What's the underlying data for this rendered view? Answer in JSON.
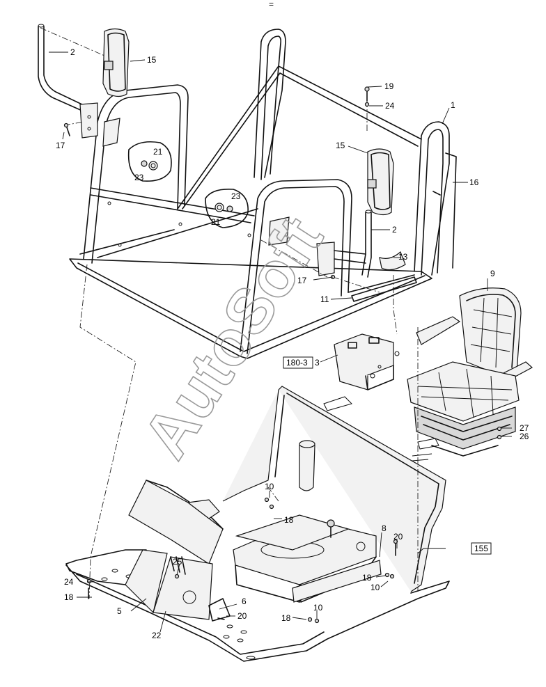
{
  "diagram": {
    "top_mark": "=",
    "watermark": "AutoSoft",
    "callouts": {
      "c1": "1",
      "c2a": "2",
      "c2b": "2",
      "c3": "3",
      "c5": "5",
      "c6": "6",
      "c8": "8",
      "c9": "9",
      "c10a": "10",
      "c10b": "10",
      "c10c": "10",
      "c11": "11",
      "c13": "13",
      "c15a": "15",
      "c15b": "15",
      "c16": "16",
      "c17a": "17",
      "c17b": "17",
      "c18a": "18",
      "c18b": "18",
      "c18c": "18",
      "c18d": "18",
      "c19": "19",
      "c20a": "20",
      "c20b": "20",
      "c21a": "21",
      "c21b": "21",
      "c22": "22",
      "c23a": "23",
      "c23b": "23",
      "c24a": "24",
      "c24b": "24",
      "c25": "25",
      "c26": "26",
      "c27": "27"
    },
    "boxed_refs": {
      "ref_180_3": "180-3",
      "ref_155": "155"
    }
  }
}
